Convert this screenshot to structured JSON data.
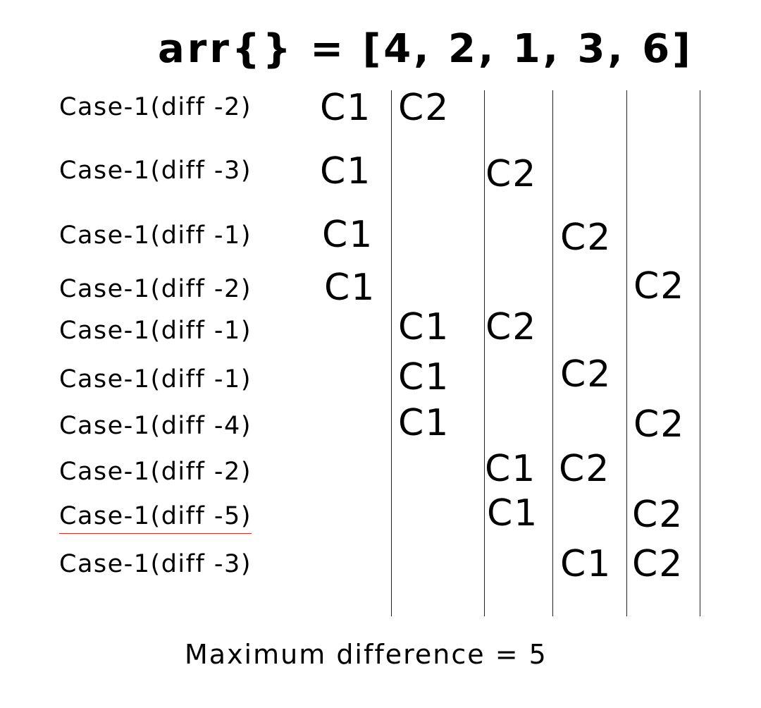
{
  "title": "arr{} = [4, 2, 1, 3, 6]",
  "rows": [
    {
      "label": "Case-1(diff -2)",
      "c1": "C1",
      "c2": "C2"
    },
    {
      "label": "Case-1(diff -3)",
      "c1": "C1",
      "c2": "C2"
    },
    {
      "label": "Case-1(diff -1)",
      "c1": "C1",
      "c2": "C2"
    },
    {
      "label": "Case-1(diff -2)",
      "c1": "C1",
      "c2": "C2"
    },
    {
      "label": "Case-1(diff -1)",
      "c1": "C1",
      "c2": "C2"
    },
    {
      "label": "Case-1(diff -1)",
      "c1": "C1",
      "c2": "C2"
    },
    {
      "label": "Case-1(diff -4)",
      "c1": "C1",
      "c2": "C2"
    },
    {
      "label": "Case-1(diff -2)",
      "c1": "C1",
      "c2": "C2"
    },
    {
      "label": "Case-1(diff -5)",
      "c1": "C1",
      "c2": "C2"
    },
    {
      "label": "Case-1(diff -3)",
      "c1": "C1",
      "c2": "C2"
    }
  ],
  "result": "Maximum difference = 5",
  "colors": {
    "text": "#000000",
    "divider": "#222222",
    "highlight_underline": "#c0392b"
  }
}
